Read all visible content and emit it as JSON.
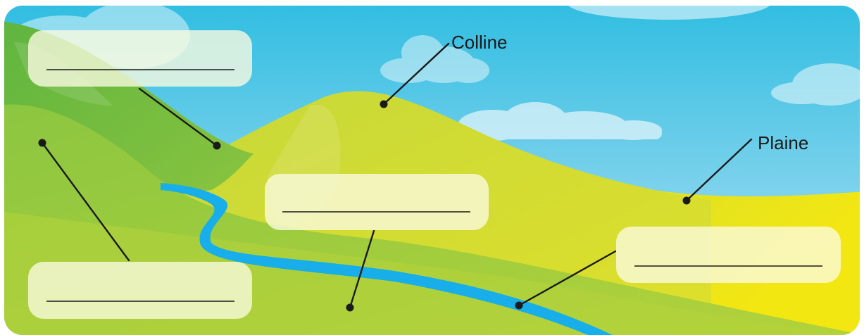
{
  "labels": {
    "hill": "Colline",
    "plain": "Plaine"
  },
  "answer_boxes": [
    {
      "id": "box-top-left",
      "value": ""
    },
    {
      "id": "box-center",
      "value": ""
    },
    {
      "id": "box-bottom-left",
      "value": ""
    },
    {
      "id": "box-right",
      "value": ""
    }
  ],
  "colors": {
    "sky_top": "#39bfe0",
    "sky_bottom": "#a9dcf2",
    "cloud": "#ffffff",
    "mountain": "#7cbd3d",
    "hill": "#b7d43c",
    "plain": "#e7e31c",
    "river": "#17aee9",
    "box": "#fbfbe0",
    "line": "#1a1a1a"
  }
}
